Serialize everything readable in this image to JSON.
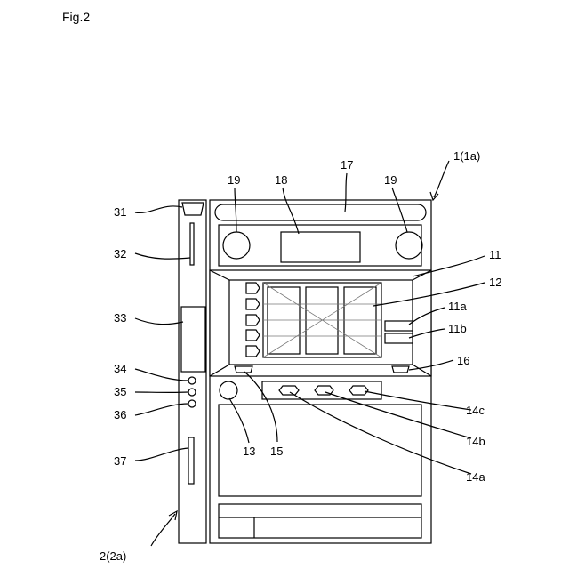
{
  "figure": {
    "title": "Fig.2"
  },
  "labels": {
    "l1": "1(1a)",
    "l2": "2(2a)",
    "l11": "11",
    "l11a": "11a",
    "l11b": "11b",
    "l12": "12",
    "l13": "13",
    "l14a": "14a",
    "l14b": "14b",
    "l14c": "14c",
    "l15": "15",
    "l16": "16",
    "l17": "17",
    "l18": "18",
    "l19a": "19",
    "l19b": "19",
    "l31": "31",
    "l32": "32",
    "l33": "33",
    "l34": "34",
    "l35": "35",
    "l36": "36",
    "l37": "37"
  }
}
